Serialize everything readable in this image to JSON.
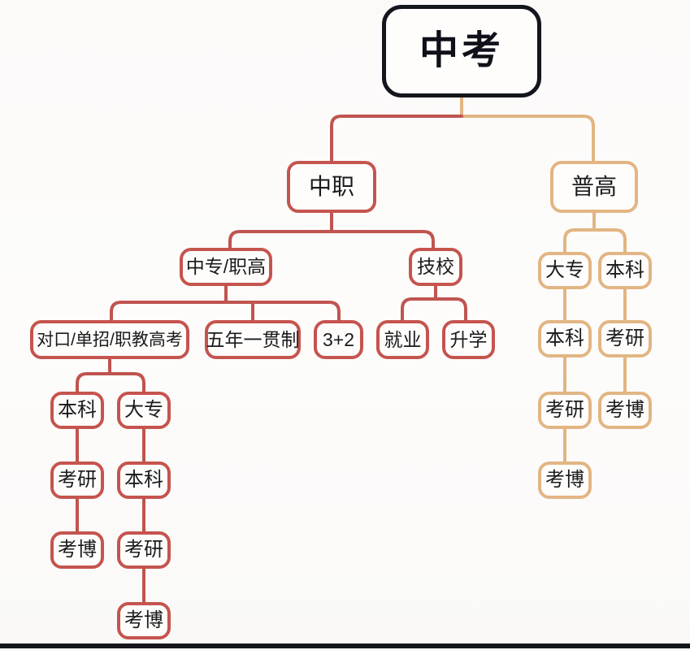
{
  "diagram": {
    "type": "mindmap-flowchart",
    "colors": {
      "root_border": "#15151e",
      "left_branch": "#c5544e",
      "right_branch": "#e2b583",
      "text": "#1b1b1b",
      "bottom_bar": "#15151e"
    },
    "tree": {
      "label": "中考",
      "children": [
        {
          "label": "中职",
          "branch_color": "#c5544e",
          "children": [
            {
              "label": "中专/职高",
              "children": [
                {
                  "label": "对口/单招/职教高考",
                  "children": [
                    {
                      "label": "本科",
                      "children": [
                        {
                          "label": "考研",
                          "children": [
                            {
                              "label": "考博",
                              "children": []
                            }
                          ]
                        }
                      ]
                    },
                    {
                      "label": "大专",
                      "children": [
                        {
                          "label": "本科",
                          "children": [
                            {
                              "label": "考研",
                              "children": [
                                {
                                  "label": "考博",
                                  "children": []
                                }
                              ]
                            }
                          ]
                        }
                      ]
                    }
                  ]
                },
                {
                  "label": "五年一贯制",
                  "children": []
                },
                {
                  "label": "3+2",
                  "children": []
                }
              ]
            },
            {
              "label": "技校",
              "children": [
                {
                  "label": "就业",
                  "children": []
                },
                {
                  "label": "升学",
                  "children": []
                }
              ]
            }
          ]
        },
        {
          "label": "普高",
          "branch_color": "#e2b583",
          "children": [
            {
              "label": "大专",
              "children": [
                {
                  "label": "本科",
                  "children": [
                    {
                      "label": "考研",
                      "children": [
                        {
                          "label": "考博",
                          "children": []
                        }
                      ]
                    }
                  ]
                }
              ]
            },
            {
              "label": "本科",
              "children": [
                {
                  "label": "考研",
                  "children": [
                    {
                      "label": "考博",
                      "children": []
                    }
                  ]
                }
              ]
            }
          ]
        }
      ]
    }
  }
}
